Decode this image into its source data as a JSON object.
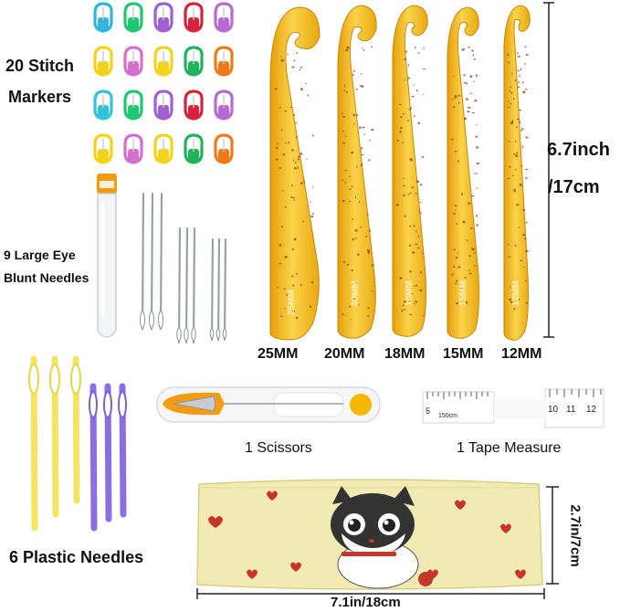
{
  "labels": {
    "stitch_markers_line1": "20 Stitch",
    "stitch_markers_line2": "Markers",
    "needles_line1": "9 Large Eye",
    "needles_line2": "Blunt Needles",
    "hook_25": "25MM",
    "hook_20": "20MM",
    "hook_18": "18MM",
    "hook_15": "15MM",
    "hook_12": "12MM",
    "height_line1": "6.7inch",
    "height_line2": "/17cm",
    "scissors": "1 Scissors",
    "tape": "1 Tape Measure",
    "plastic_needles": "6 Plastic Needles",
    "bag_height": "2.7in/7cm",
    "bag_width": "7.1in/18cm"
  },
  "hook_stamps": [
    "25MM",
    "20MM",
    "18MM",
    "15MM",
    "12MM"
  ],
  "tape_marks": [
    "5",
    "150cm",
    "10",
    "11",
    "12"
  ],
  "marker_colors": [
    [
      "#2fb6d9",
      "#1fc86e",
      "#a25fd0",
      "#d8233a",
      "#b66ad6"
    ],
    [
      "#f4d21a",
      "#d46fd0",
      "#f4d21a",
      "#1fb35a",
      "#f07a16"
    ],
    [
      "#2fc4d9",
      "#1fc86e",
      "#a25fd0",
      "#d8233a",
      "#b66ad6"
    ],
    [
      "#f4d21a",
      "#d46fd0",
      "#f4d21a",
      "#1fb35a",
      "#f07a16"
    ]
  ],
  "colors": {
    "hook_amber": "#f2b71a",
    "plastic_yellow": "#f3e461",
    "plastic_purple": "#8a6fe0",
    "bag_yellow": "#f1eab2",
    "scissor_orange": "#f39c12"
  }
}
